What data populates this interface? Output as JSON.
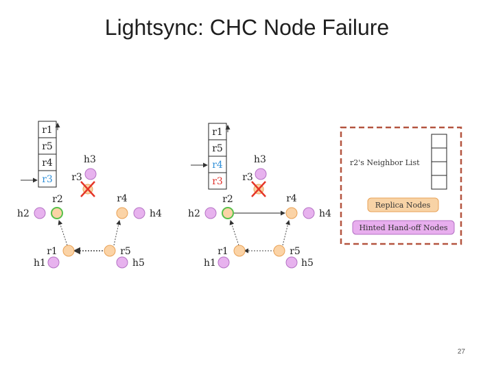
{
  "title": "Lightsync: CHC Node Failure",
  "slide_number": "27",
  "colors": {
    "node_orange_fill": "#fbd3a6",
    "node_orange_stroke": "#e9a155",
    "node_purple_fill": "#e7b2ee",
    "node_purple_stroke": "#b471c4",
    "node_green_stroke": "#57c14b",
    "failed_x": "#e53527",
    "list_blue": "#2f8fd8",
    "list_red": "#e0312b",
    "legend_frame": "#b4543f",
    "replica_fill": "#f8d3a6",
    "handoff_fill": "#e8aeee"
  },
  "diagram_left": {
    "list": [
      "r1",
      "r5",
      "r4",
      "r3"
    ],
    "nodes": {
      "r1": "r1",
      "r2": "r2",
      "r3": "r3",
      "r4": "r4",
      "r5": "r5",
      "h1": "h1",
      "h2": "h2",
      "h3": "h3",
      "h4": "h4",
      "h5": "h5"
    }
  },
  "diagram_right": {
    "list": [
      "r1",
      "r5",
      "r4",
      "r3"
    ],
    "nodes": {
      "r1": "r1",
      "r2": "r2",
      "r3": "r3",
      "r4": "r4",
      "r5": "r5",
      "h1": "h1",
      "h2": "h2",
      "h3": "h3",
      "h4": "h4",
      "h5": "h5"
    }
  },
  "legend": {
    "neighbor_list_label": "r2's Neighbor List",
    "replica_label": "Replica Nodes",
    "handoff_label": "Hinted Hand-off Nodes"
  }
}
